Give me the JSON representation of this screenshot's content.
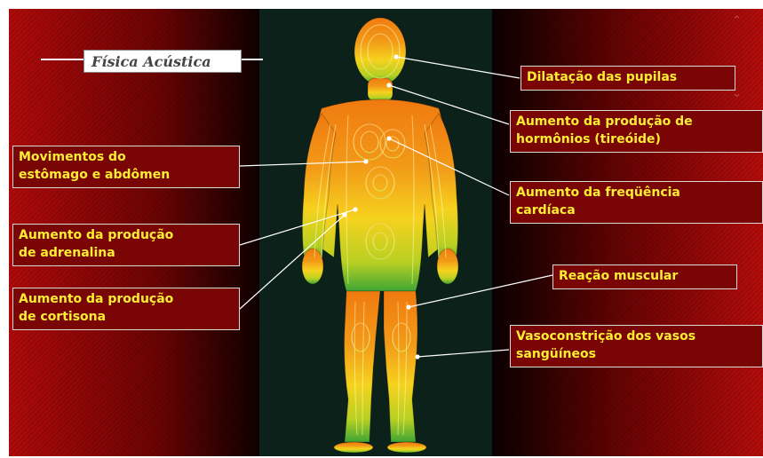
{
  "slide": {
    "title": "Física Acústica",
    "callouts": {
      "pupils": "Dilatação das pupilas",
      "hormones_1": "Aumento da produção de",
      "hormones_2": "hormônios (tireóide)",
      "stomach_1": "Movimentos do",
      "stomach_2": "estômago e abdômen",
      "heart_1": "Aumento da freqüência",
      "heart_2": "cardíaca",
      "adrenaline_1": "Aumento da produção",
      "adrenaline_2": "de adrenalina",
      "muscle": "Reação muscular",
      "cortisone_1": "Aumento da produção",
      "cortisone_2": "de cortisona",
      "vaso_1": "Vasoconstrição dos vasos",
      "vaso_2": "sangüíneos"
    }
  },
  "colors": {
    "background_red": "#b00a0a",
    "panel": "#0b2119",
    "callout_text": "#ffee33",
    "title_text": "#444444"
  },
  "icons": [
    "up-chevron-icon",
    "down-chevron-icon"
  ]
}
